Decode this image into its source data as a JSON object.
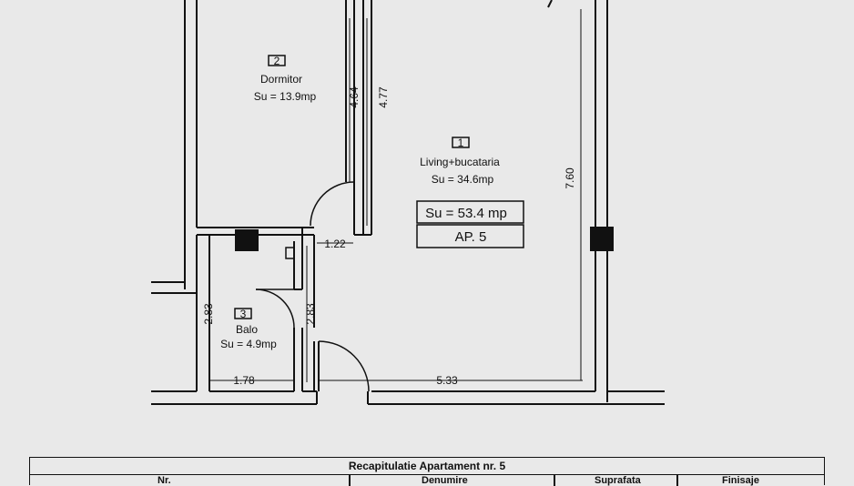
{
  "rooms": [
    {
      "number": "2",
      "name": "Dormitor",
      "area": "Su = 13.9mp"
    },
    {
      "number": "1",
      "name": "Living+bucataria",
      "area": "Su = 34.6mp"
    },
    {
      "number": "3",
      "name": "Balo",
      "area": "Su = 4.9mp"
    }
  ],
  "summary": {
    "area": "Su = 53.4 mp",
    "apartment": "AP. 5"
  },
  "dimensions": {
    "d_4_64": "4.64",
    "d_4_77": "4.77",
    "d_7_60": "7.60",
    "d_1_22": "1.22",
    "d_2_83_left": "2.83",
    "d_2_83_right": "2.83",
    "d_1_78": "1.78",
    "d_5_33": "5.33"
  },
  "table": {
    "title": "Recapitulatie Apartament nr. 5",
    "columns": [
      "Nr.",
      "Denumire",
      "Suprafata",
      "Finisaje"
    ]
  }
}
